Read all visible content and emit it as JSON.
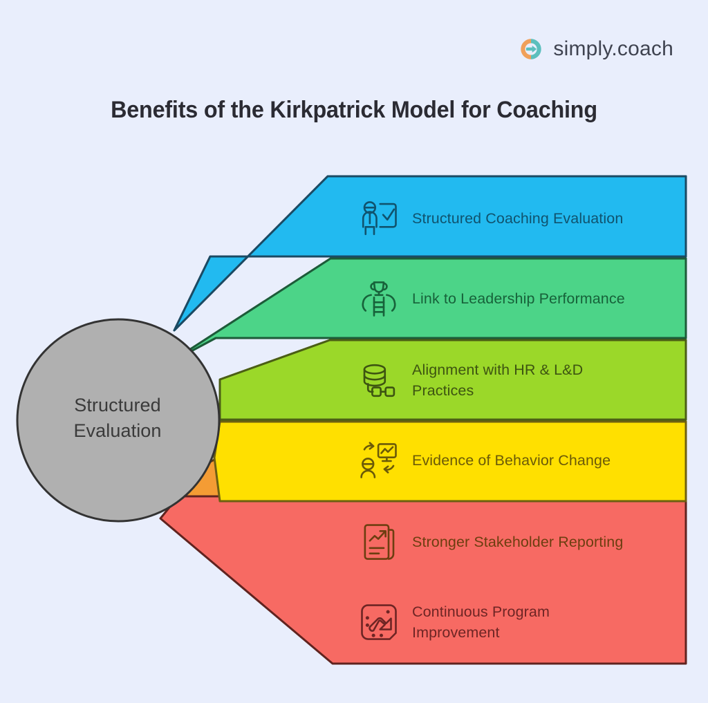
{
  "background_color": "#e9eefc",
  "brand": {
    "name": "simply.coach",
    "logo_icon": "simply-coach-circular-arrow-logo",
    "logo_colors": {
      "left_arc": "#f0a05a",
      "right_arc": "#5bbfbd"
    }
  },
  "header": {
    "title": "Benefits of the Kirkpatrick Model for Coaching"
  },
  "hub": {
    "label_line1": "Structured",
    "label_line2": "Evaluation",
    "fill": "#b0b0b0",
    "stroke": "#333333"
  },
  "bands": [
    {
      "label": "Structured Coaching Evaluation",
      "icon": "person-with-checklist-icon",
      "fill": "#22baf0",
      "text_color": "#10536e",
      "stroke": "#1b4a63"
    },
    {
      "label": "Link to Leadership Performance",
      "icon": "trophy-on-ladder-icon",
      "fill": "#4cd488",
      "text_color": "#17623a",
      "stroke": "#1d5b39"
    },
    {
      "label_line1": "Alignment with HR & L&D",
      "label_line2": "Practices",
      "label": "Alignment with HR & L&D Practices",
      "icon": "database-with-nodes-icon",
      "fill": "#9bd829",
      "text_color": "#3d5411",
      "stroke": "#4b5e15"
    },
    {
      "label": "Evidence of Behavior Change",
      "icon": "person-to-chart-cycle-icon",
      "fill": "#ffe000",
      "text_color": "#6b5a08",
      "stroke": "#6e6011"
    },
    {
      "label": "Stronger Stakeholder Reporting",
      "icon": "report-with-trend-arrow-icon",
      "fill": "#f49c34",
      "text_color": "#6d3e10",
      "stroke": "#5e3a12"
    },
    {
      "label_line1": "Continuous Program",
      "label_line2": "Improvement",
      "label": "Continuous Program Improvement",
      "icon": "continuous-improvement-arrow-icon",
      "fill": "#f76a63",
      "text_color": "#6e2524",
      "stroke": "#60231f"
    }
  ]
}
